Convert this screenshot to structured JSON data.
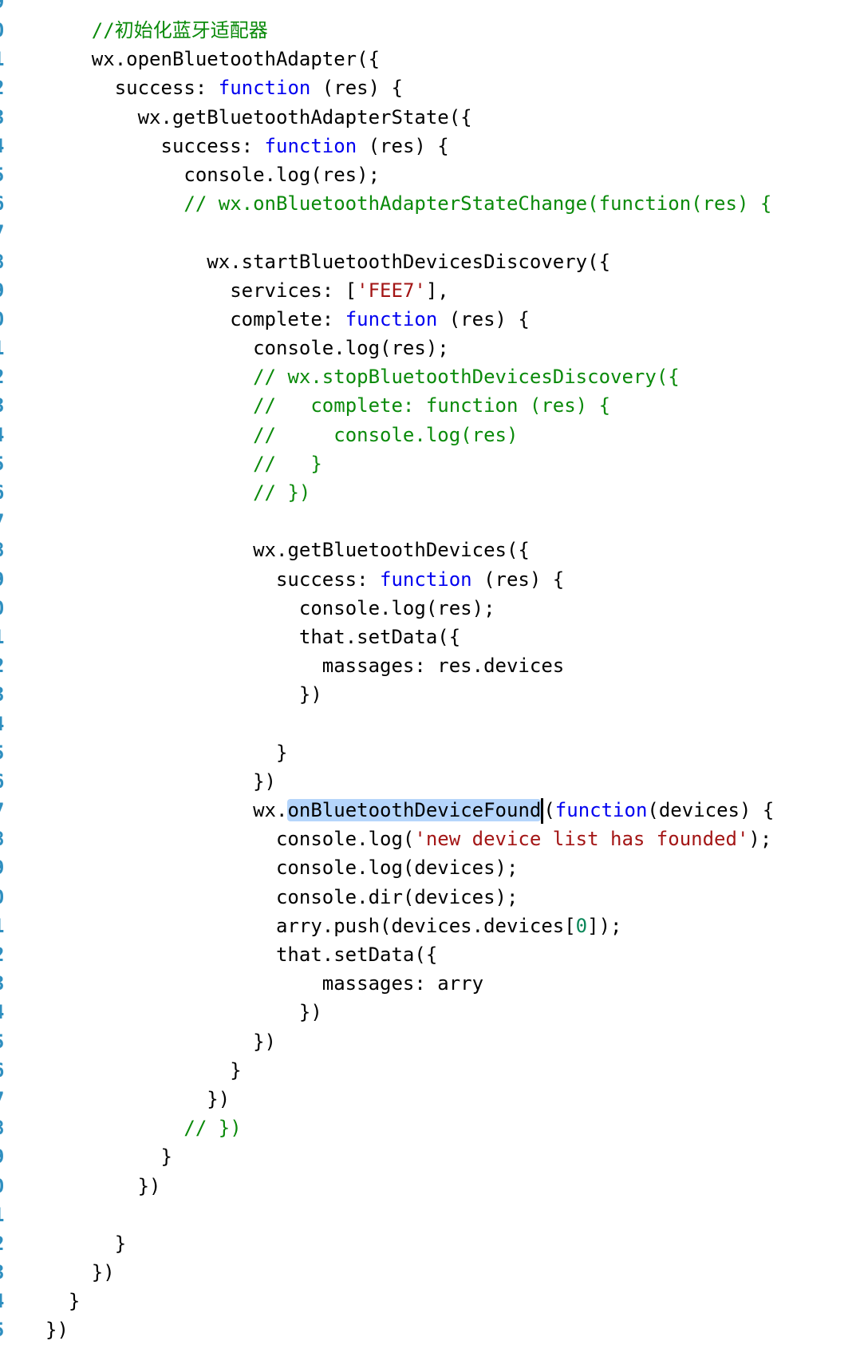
{
  "editor": {
    "top_partial_line_number": "9",
    "colors": {
      "keyword": "#0000f0",
      "comment": "#0a8a0a",
      "string": "#a31515",
      "number": "#098658",
      "selection": "#b5d5fb",
      "gutter": "#2f8fc0"
    },
    "lines": [
      {
        "n": "0",
        "indent": 4,
        "tokens": [
          [
            "comment",
            "//初始化蓝牙适配器"
          ]
        ]
      },
      {
        "n": "1",
        "indent": 4,
        "tokens": [
          [
            "plain",
            "wx.openBluetoothAdapter({"
          ]
        ]
      },
      {
        "n": "2",
        "indent": 6,
        "tokens": [
          [
            "plain",
            "success: "
          ],
          [
            "keyword",
            "function"
          ],
          [
            "plain",
            " (res) {"
          ]
        ]
      },
      {
        "n": "3",
        "indent": 8,
        "tokens": [
          [
            "plain",
            "wx.getBluetoothAdapterState({"
          ]
        ]
      },
      {
        "n": "4",
        "indent": 10,
        "tokens": [
          [
            "plain",
            "success: "
          ],
          [
            "keyword",
            "function"
          ],
          [
            "plain",
            " (res) {"
          ]
        ]
      },
      {
        "n": "5",
        "indent": 12,
        "tokens": [
          [
            "plain",
            "console.log(res);"
          ]
        ]
      },
      {
        "n": "6",
        "indent": 12,
        "tokens": [
          [
            "comment",
            "// wx.onBluetoothAdapterStateChange(function(res) {"
          ]
        ]
      },
      {
        "n": "7",
        "indent": 0,
        "tokens": []
      },
      {
        "n": "8",
        "indent": 14,
        "tokens": [
          [
            "plain",
            "wx.startBluetoothDevicesDiscovery({"
          ]
        ]
      },
      {
        "n": "9",
        "indent": 16,
        "tokens": [
          [
            "plain",
            "services: ["
          ],
          [
            "string",
            "'FEE7'"
          ],
          [
            "plain",
            "],"
          ]
        ]
      },
      {
        "n": "0",
        "indent": 16,
        "tokens": [
          [
            "plain",
            "complete: "
          ],
          [
            "keyword",
            "function"
          ],
          [
            "plain",
            " (res) {"
          ]
        ]
      },
      {
        "n": "1",
        "indent": 18,
        "tokens": [
          [
            "plain",
            "console.log(res);"
          ]
        ]
      },
      {
        "n": "2",
        "indent": 18,
        "tokens": [
          [
            "comment",
            "// wx.stopBluetoothDevicesDiscovery({"
          ]
        ]
      },
      {
        "n": "3",
        "indent": 18,
        "tokens": [
          [
            "comment",
            "//   complete: function (res) {"
          ]
        ]
      },
      {
        "n": "4",
        "indent": 18,
        "tokens": [
          [
            "comment",
            "//     console.log(res)"
          ]
        ]
      },
      {
        "n": "5",
        "indent": 18,
        "tokens": [
          [
            "comment",
            "//   }"
          ]
        ]
      },
      {
        "n": "6",
        "indent": 18,
        "tokens": [
          [
            "comment",
            "// })"
          ]
        ]
      },
      {
        "n": "7",
        "indent": 0,
        "tokens": []
      },
      {
        "n": "8",
        "indent": 18,
        "tokens": [
          [
            "plain",
            "wx.getBluetoothDevices({"
          ]
        ]
      },
      {
        "n": "9",
        "indent": 20,
        "tokens": [
          [
            "plain",
            "success: "
          ],
          [
            "keyword",
            "function"
          ],
          [
            "plain",
            " (res) {"
          ]
        ]
      },
      {
        "n": "0",
        "indent": 22,
        "tokens": [
          [
            "plain",
            "console.log(res);"
          ]
        ]
      },
      {
        "n": "1",
        "indent": 22,
        "tokens": [
          [
            "plain",
            "that.setData({"
          ]
        ]
      },
      {
        "n": "2",
        "indent": 24,
        "tokens": [
          [
            "plain",
            "massages: res.devices"
          ]
        ]
      },
      {
        "n": "3",
        "indent": 22,
        "tokens": [
          [
            "plain",
            "})"
          ]
        ]
      },
      {
        "n": "4",
        "indent": 0,
        "tokens": []
      },
      {
        "n": "5",
        "indent": 20,
        "tokens": [
          [
            "plain",
            "}"
          ]
        ]
      },
      {
        "n": "6",
        "indent": 18,
        "tokens": [
          [
            "plain",
            "})"
          ]
        ]
      },
      {
        "n": "7",
        "indent": 18,
        "tokens": [
          [
            "plain",
            "wx."
          ],
          [
            "selected",
            "onBluetoothDeviceFound"
          ],
          [
            "cursor",
            ""
          ],
          [
            "plain",
            "("
          ],
          [
            "keyword",
            "function"
          ],
          [
            "plain",
            "(devices) {"
          ]
        ]
      },
      {
        "n": "8",
        "indent": 20,
        "tokens": [
          [
            "plain",
            "console.log("
          ],
          [
            "string",
            "'new device list has founded'"
          ],
          [
            "plain",
            ");"
          ]
        ]
      },
      {
        "n": "9",
        "indent": 20,
        "tokens": [
          [
            "plain",
            "console.log(devices);"
          ]
        ]
      },
      {
        "n": "0",
        "indent": 20,
        "tokens": [
          [
            "plain",
            "console.dir(devices);"
          ]
        ]
      },
      {
        "n": "1",
        "indent": 20,
        "tokens": [
          [
            "plain",
            "arry.push(devices.devices["
          ],
          [
            "number",
            "0"
          ],
          [
            "plain",
            "]);"
          ]
        ]
      },
      {
        "n": "2",
        "indent": 20,
        "tokens": [
          [
            "plain",
            "that.setData({"
          ]
        ]
      },
      {
        "n": "3",
        "indent": 24,
        "tokens": [
          [
            "plain",
            "massages: arry"
          ]
        ]
      },
      {
        "n": "4",
        "indent": 22,
        "tokens": [
          [
            "plain",
            "})"
          ]
        ]
      },
      {
        "n": "5",
        "indent": 18,
        "tokens": [
          [
            "plain",
            "})"
          ]
        ]
      },
      {
        "n": "6",
        "indent": 16,
        "tokens": [
          [
            "plain",
            "}"
          ]
        ]
      },
      {
        "n": "7",
        "indent": 14,
        "tokens": [
          [
            "plain",
            "})"
          ]
        ]
      },
      {
        "n": "8",
        "indent": 12,
        "tokens": [
          [
            "comment",
            "// })"
          ]
        ]
      },
      {
        "n": "9",
        "indent": 10,
        "tokens": [
          [
            "plain",
            "}"
          ]
        ]
      },
      {
        "n": "0",
        "indent": 8,
        "tokens": [
          [
            "plain",
            "})"
          ]
        ]
      },
      {
        "n": "1",
        "indent": 0,
        "tokens": []
      },
      {
        "n": "2",
        "indent": 6,
        "tokens": [
          [
            "plain",
            "}"
          ]
        ]
      },
      {
        "n": "3",
        "indent": 4,
        "tokens": [
          [
            "plain",
            "})"
          ]
        ]
      },
      {
        "n": "4",
        "indent": 2,
        "tokens": [
          [
            "plain",
            "}"
          ]
        ]
      },
      {
        "n": "5",
        "indent": 0,
        "tokens": [
          [
            "plain",
            "})"
          ]
        ]
      }
    ]
  }
}
